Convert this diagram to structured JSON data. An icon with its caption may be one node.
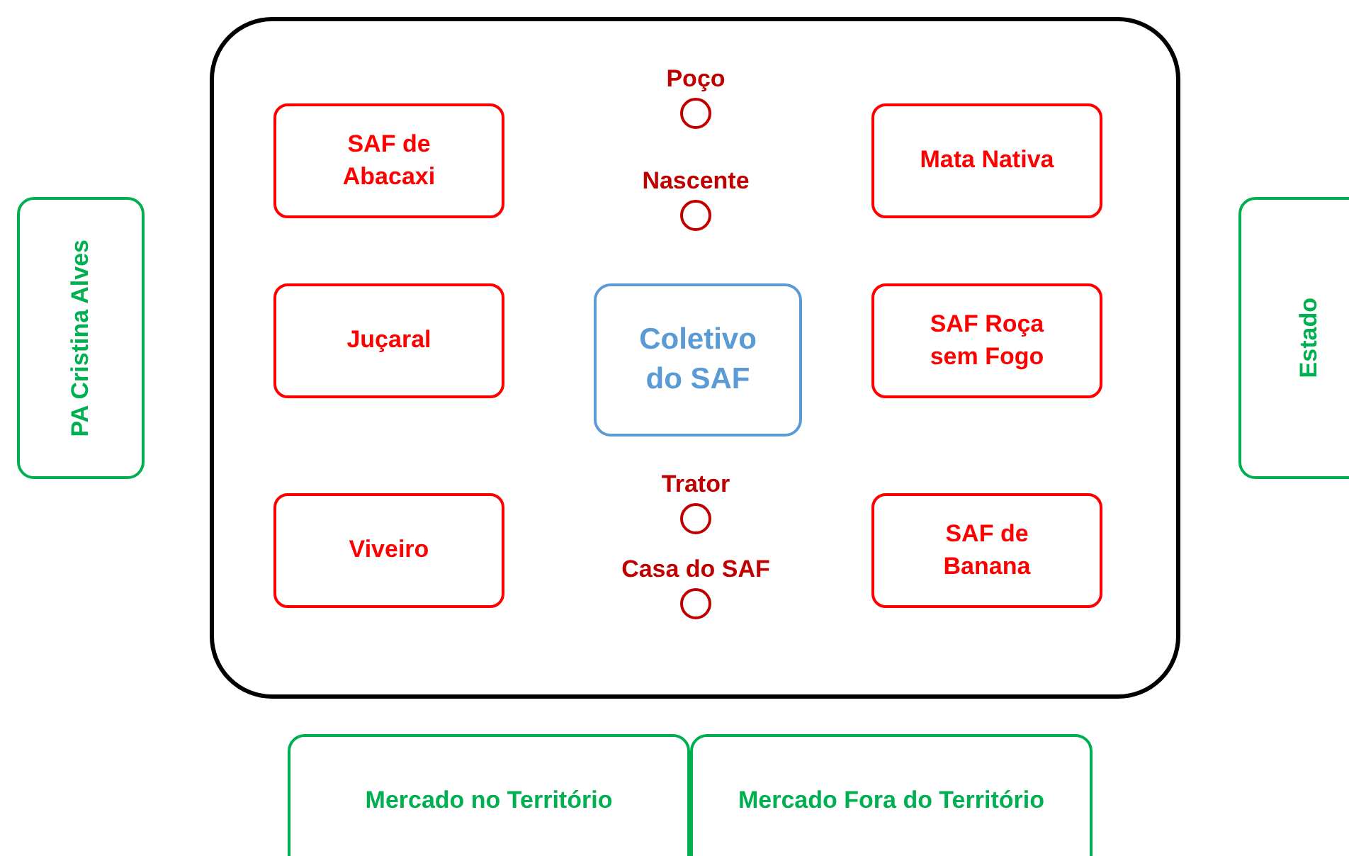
{
  "diagram": {
    "nodes": [
      {
        "text": [],
        "shape": "box"
      },
      {
        "text": [
          "SAF de Abacaxi"
        ],
        "in": 0
      },
      {
        "text": [
          "Poço"
        ],
        "in": 0
      },
      {
        "text": [
          "Mata Nativa"
        ],
        "in": 0
      },
      {
        "text": [
          "Nascente"
        ],
        "in": 0
      },
      {
        "text": [
          "Juçaral"
        ],
        "in": 0
      },
      {
        "text": [
          "Coletivo do SAF"
        ],
        "in": 0
      },
      {
        "text": [
          "SAF Roça sem Fogo"
        ],
        "in": 0
      },
      {
        "text": [
          "Trator"
        ],
        "in": 0
      },
      {
        "text": [
          "Viveiro"
        ],
        "in": 0
      },
      {
        "text": [
          "Casa do SAF"
        ],
        "in": 0
      },
      {
        "text": [
          "SAF de Banana"
        ],
        "in": 0
      },
      {
        "text": [
          "PA Cristina Alves"
        ]
      },
      {
        "text": [
          "Estado"
        ]
      },
      {
        "text": [
          "Mercado no Território"
        ]
      },
      {
        "text": [
          "Mercado Fora do Território"
        ]
      }
    ],
    "edges": []
  }
}
